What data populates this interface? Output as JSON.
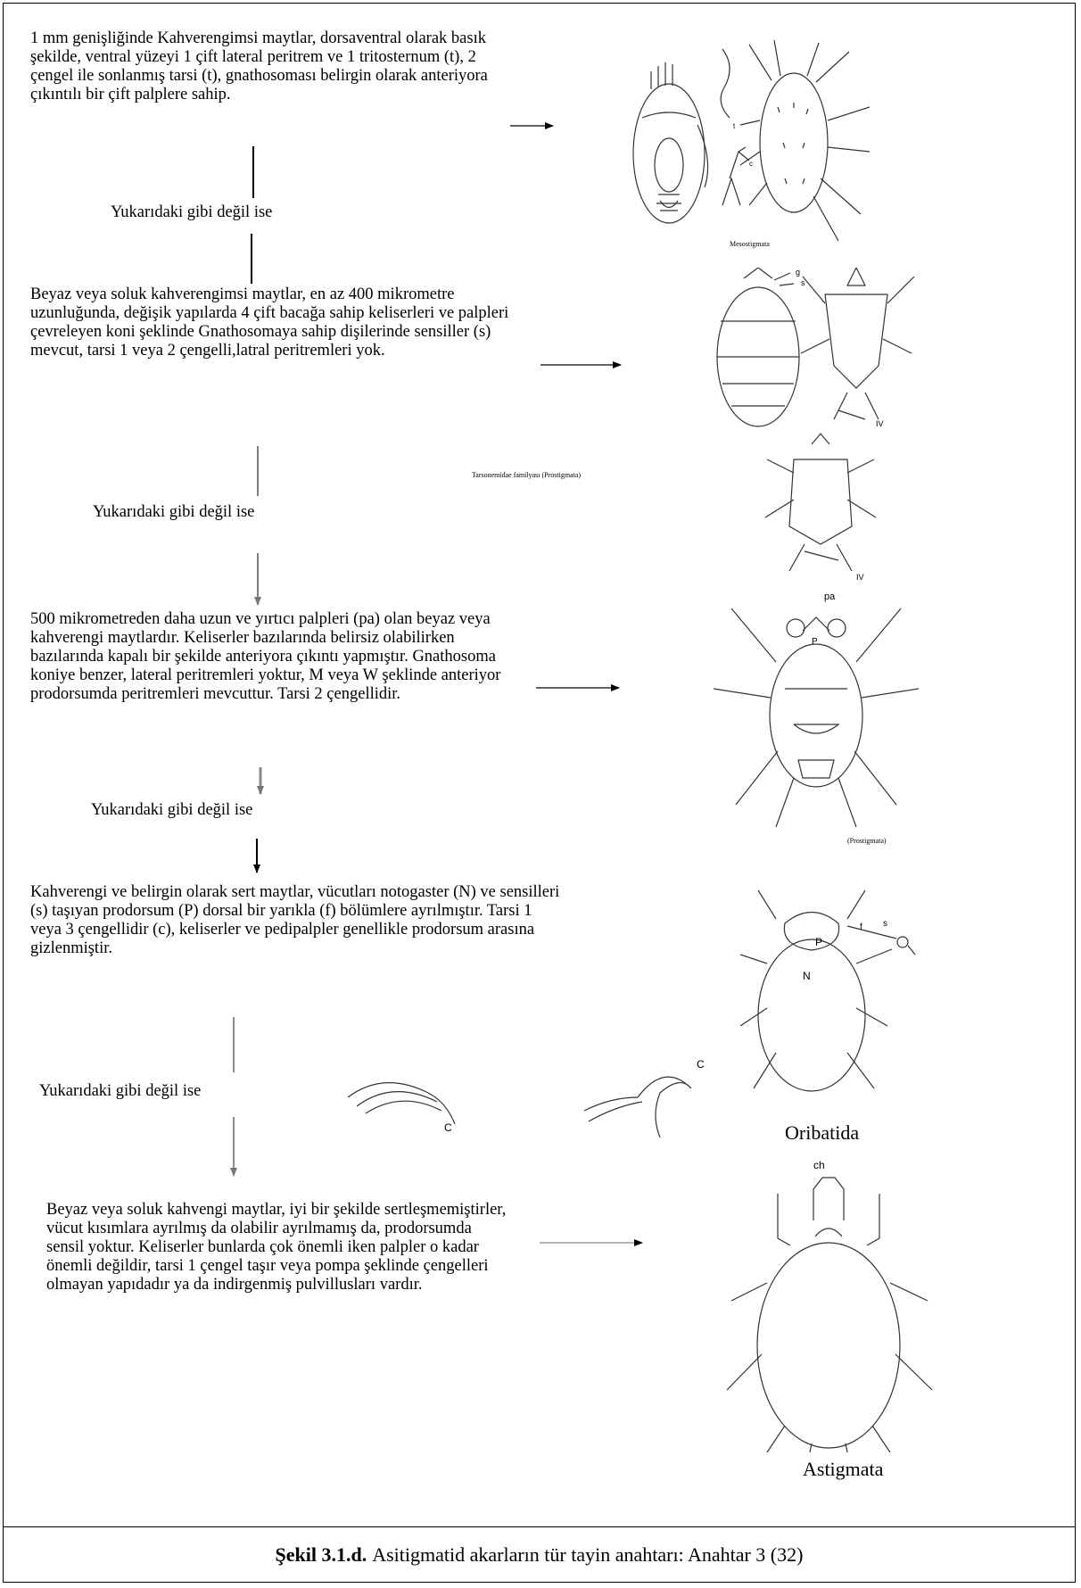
{
  "steps": [
    {
      "text": "1 mm genişliğinde Kahverengimsi maytlar, dorsaventral olarak basık şekilde, ventral yüzeyi 1 çift lateral peritrem ve 1 tritosternum (t), 2 çengel ile sonlanmış tarsi (t), gnathosoması belirgin olarak anteriyora çıkıntılı bir çift palplere sahip."
    },
    {
      "text": "Beyaz veya soluk kahverengimsi maytlar, en az 400 mikrometre uzunluğunda, değişik yapılarda 4 çift bacağa sahip keliserleri ve palpleri çevreleyen koni şeklinde Gnathosomaya sahip dişilerinde sensiller (s) mevcut, tarsi 1 veya 2 çengelli,latral peritremleri yok."
    },
    {
      "text": "500 mikrometreden daha uzun ve yırtıcı palpleri (pa) olan beyaz veya kahverengi maytlardır. Keliserler bazılarında belirsiz olabilirken bazılarında kapalı bir şekilde anteriyora çıkıntı yapmıştır. Gnathosoma koniye benzer, lateral peritremleri yoktur, M veya W şeklinde anteriyor prodorsumda peritremleri mevcuttur. Tarsi 2 çengellidir."
    },
    {
      "text": "Kahverengi ve belirgin olarak sert maytlar, vücutları notogaster (N) ve sensilleri (s) taşıyan prodorsum (P) dorsal bir yarıkla (f) bölümlere ayrılmıştır. Tarsi 1 veya 3 çengellidir (c), keliserler ve pedipalpler genellikle prodorsum arasına gizlenmiştir."
    },
    {
      "text": "Beyaz veya soluk kahvengi maytlar, iyi bir şekilde sertleşmemiştirler, vücut kısımlara ayrılmış da olabilir ayrılmamış da, prodorsumda sensil yoktur. Keliserler bunlarda çok önemli iken palpler o kadar önemli değildir, tarsi 1 çengel taşır veya pompa şeklinde çengelleri olmayan yapıdadır ya da indirgenmiş pulvillusları vardır."
    }
  ],
  "not_labels": [
    "Yukarıdaki gibi değil ise",
    "Yukarıdaki gibi değil ise",
    "Yukarıdaki gibi değil ise",
    "Yukarıdaki gibi değil ise"
  ],
  "figure_labels": {
    "mesostigmata": "Mesostigmata",
    "tarsonemidae": "Tarsonemidae familyası (Prostigmata)",
    "prostigmata": "(Prostigmata)",
    "oribatida": "Oribatida",
    "astigmata": "Astigmata"
  },
  "part_labels": {
    "t": "t",
    "c": "c",
    "g": "g",
    "s": "s",
    "iv": "IV",
    "pa": "pa",
    "p": "P",
    "n": "N",
    "f": "f",
    "C": "C",
    "ch": "ch"
  },
  "caption": {
    "bold": "Şekil 3.1.d.",
    "rest": "Asitigmatid akarların tür tayin anahtarı: Anahtar 3 (32)"
  }
}
